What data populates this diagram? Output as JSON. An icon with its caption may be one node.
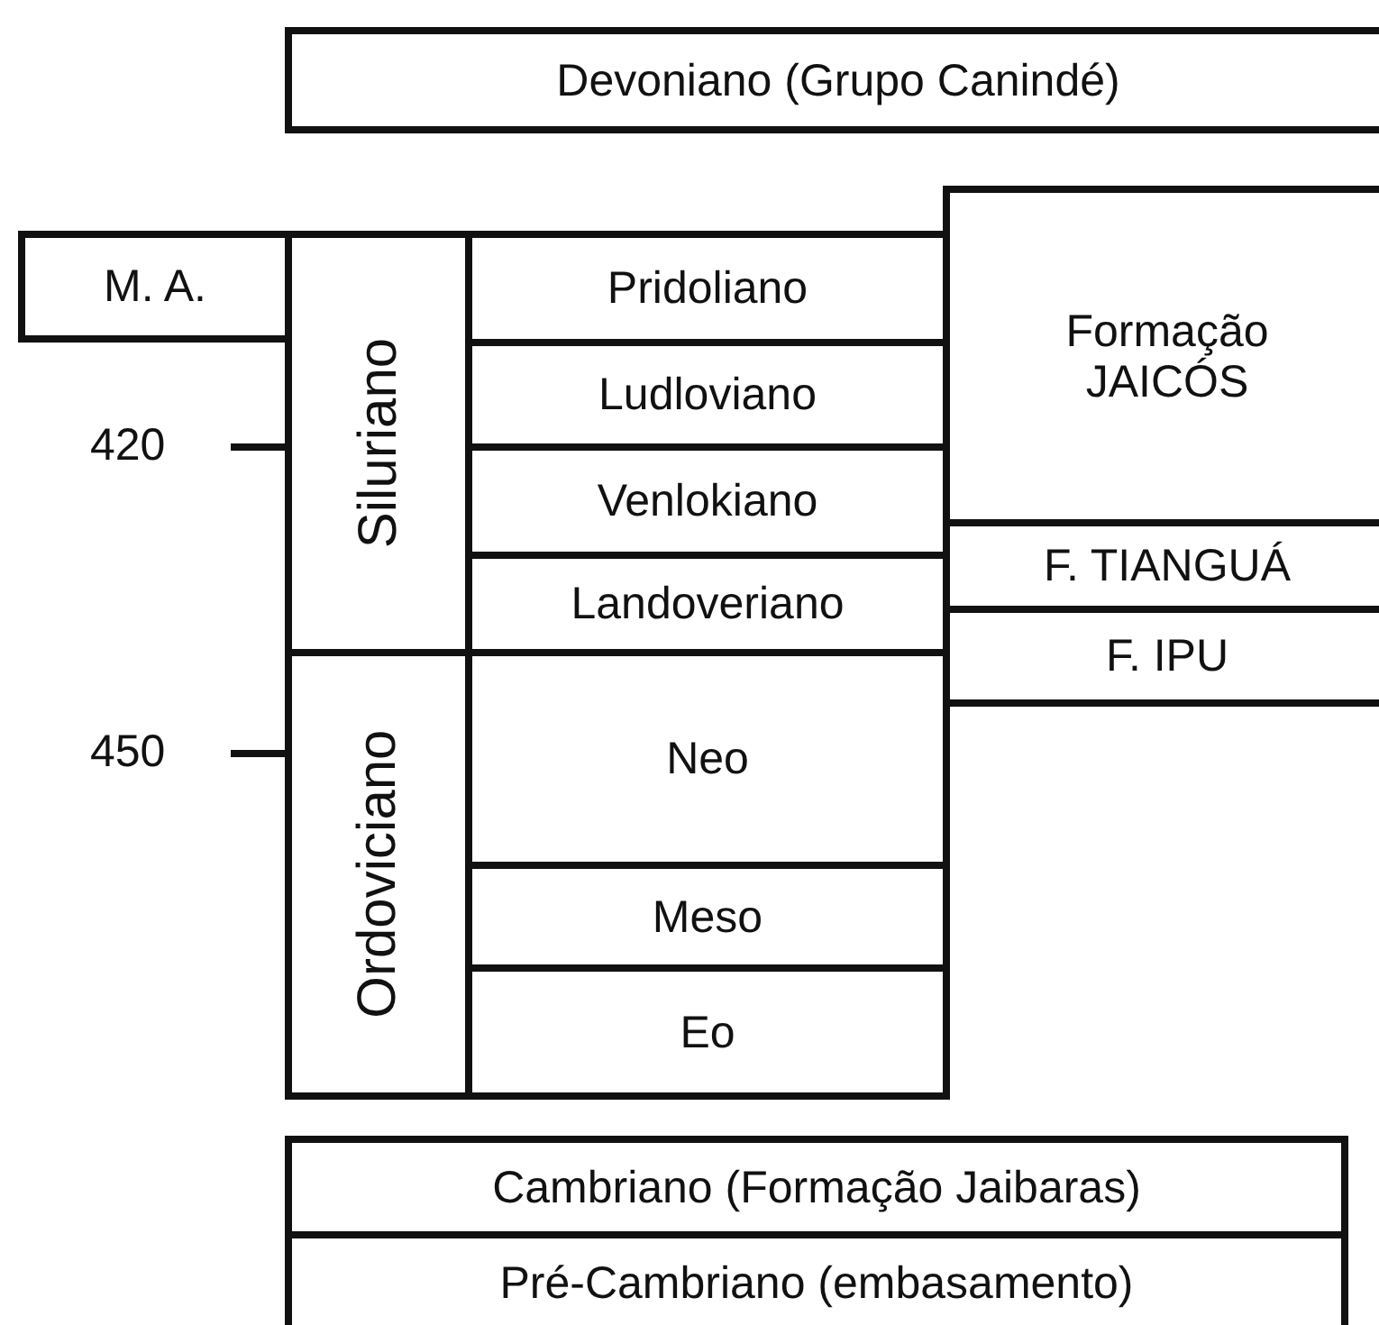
{
  "diagram": {
    "nodes": [
      {
        "text": [
          "Devoniano (Grupo Canindé)"
        ]
      },
      {
        "text": [
          "M. A."
        ]
      },
      {
        "text": [
          "Siluriano"
        ]
      },
      {
        "text": [
          "Pridoliano"
        ]
      },
      {
        "text": [
          "Ludloviano"
        ]
      },
      {
        "text": [
          "Venlokiano"
        ]
      },
      {
        "text": [
          "Landoveriano"
        ]
      },
      {
        "text": [
          "Ordoviciano"
        ]
      },
      {
        "text": [
          "Neo"
        ]
      },
      {
        "text": [
          "Meso"
        ]
      },
      {
        "text": [
          "Eo"
        ]
      },
      {
        "text": [
          "Formação JAICÓS"
        ]
      },
      {
        "text": [
          "F. TIANGUÁ"
        ]
      },
      {
        "text": [
          "F. IPU"
        ]
      },
      {
        "text": [
          "Cambriano (Formação Jaibaras)"
        ]
      },
      {
        "text": [
          "Pré-Cambriano (embasamento)"
        ]
      }
    ],
    "labels": [
      "420",
      "450"
    ]
  }
}
